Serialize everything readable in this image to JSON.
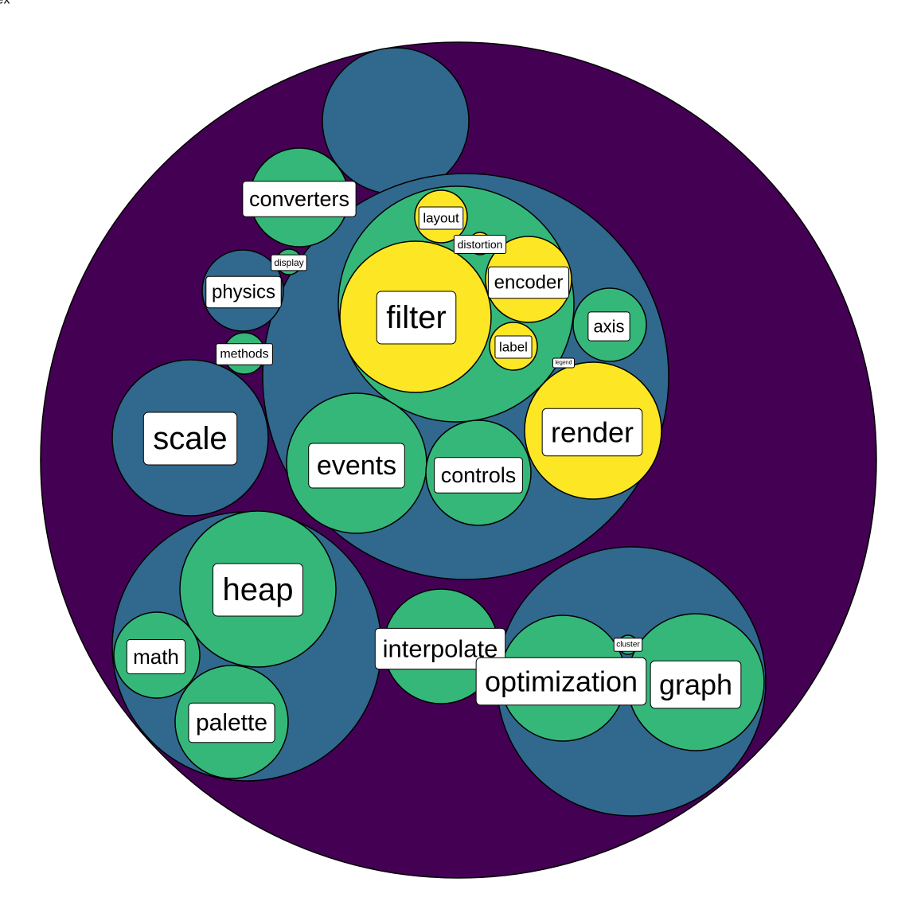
{
  "colors": {
    "depth0": "#440154",
    "depth1": "#31688e",
    "depth2": "#35b779",
    "depth3": "#fde725"
  },
  "nodes": [
    {
      "label": "",
      "depth": 0
    },
    {
      "label": "flex",
      "depth": 1
    },
    {
      "label": "",
      "depth": 1
    },
    {
      "label": "",
      "depth": 2
    },
    {
      "label": "filter",
      "depth": 3
    },
    {
      "label": "layout",
      "depth": 3
    },
    {
      "label": "distortion",
      "depth": 3
    },
    {
      "label": "encoder",
      "depth": 3
    },
    {
      "label": "label",
      "depth": 3
    },
    {
      "label": "axis",
      "depth": 2
    },
    {
      "label": "render",
      "depth": 3
    },
    {
      "label": "legend",
      "depth": 3
    },
    {
      "label": "events",
      "depth": 2
    },
    {
      "label": "controls",
      "depth": 2
    },
    {
      "label": "converters",
      "depth": 2
    },
    {
      "label": "physics",
      "depth": 1
    },
    {
      "label": "display",
      "depth": 2
    },
    {
      "label": "methods",
      "depth": 2
    },
    {
      "label": "scale",
      "depth": 1
    },
    {
      "label": "",
      "depth": 1
    },
    {
      "label": "heap",
      "depth": 2
    },
    {
      "label": "math",
      "depth": 2
    },
    {
      "label": "palette",
      "depth": 2
    },
    {
      "label": "interpolate",
      "depth": 2
    },
    {
      "label": "",
      "depth": 1
    },
    {
      "label": "optimization",
      "depth": 2
    },
    {
      "label": "graph",
      "depth": 2
    },
    {
      "label": "cluster",
      "depth": 2
    }
  ]
}
